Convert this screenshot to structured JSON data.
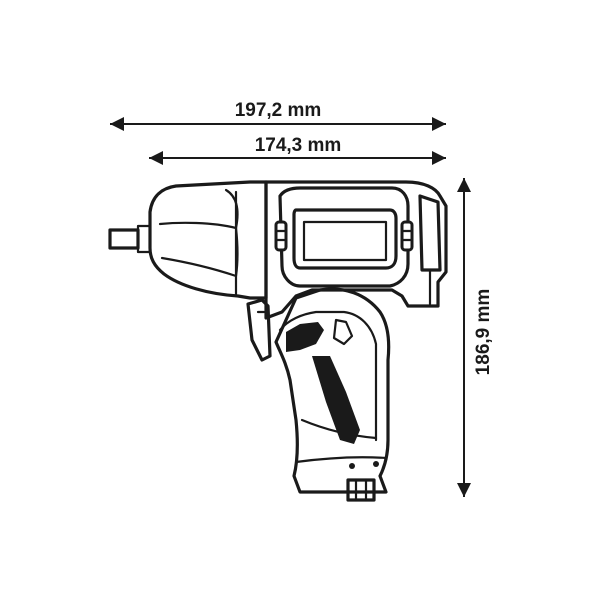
{
  "dimensions": {
    "overall_length": "197,2 mm",
    "body_length": "174,3 mm",
    "height": "186,9 mm"
  },
  "colors": {
    "line": "#1a1a1a",
    "background": "#ffffff"
  }
}
